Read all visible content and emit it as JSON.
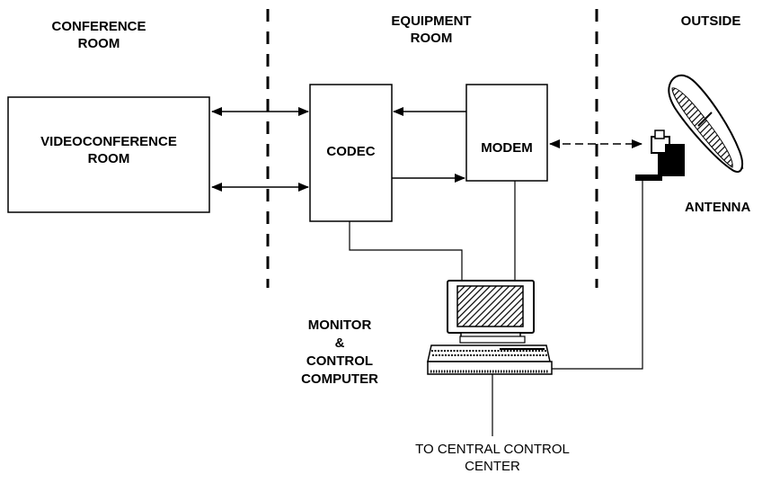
{
  "zones": {
    "conference": [
      "CONFERENCE",
      "ROOM"
    ],
    "equipment": [
      "EQUIPMENT",
      "ROOM"
    ],
    "outside": "OUTSIDE"
  },
  "blocks": {
    "videoconference": [
      "VIDEOCONFERENCE",
      "ROOM"
    ],
    "codec": "CODEC",
    "modem": "MODEM"
  },
  "antenna": "ANTENNA",
  "computer": [
    "MONITOR",
    "&",
    "CONTROL",
    "COMPUTER"
  ],
  "central": [
    "TO CENTRAL CONTROL",
    "CENTER"
  ]
}
